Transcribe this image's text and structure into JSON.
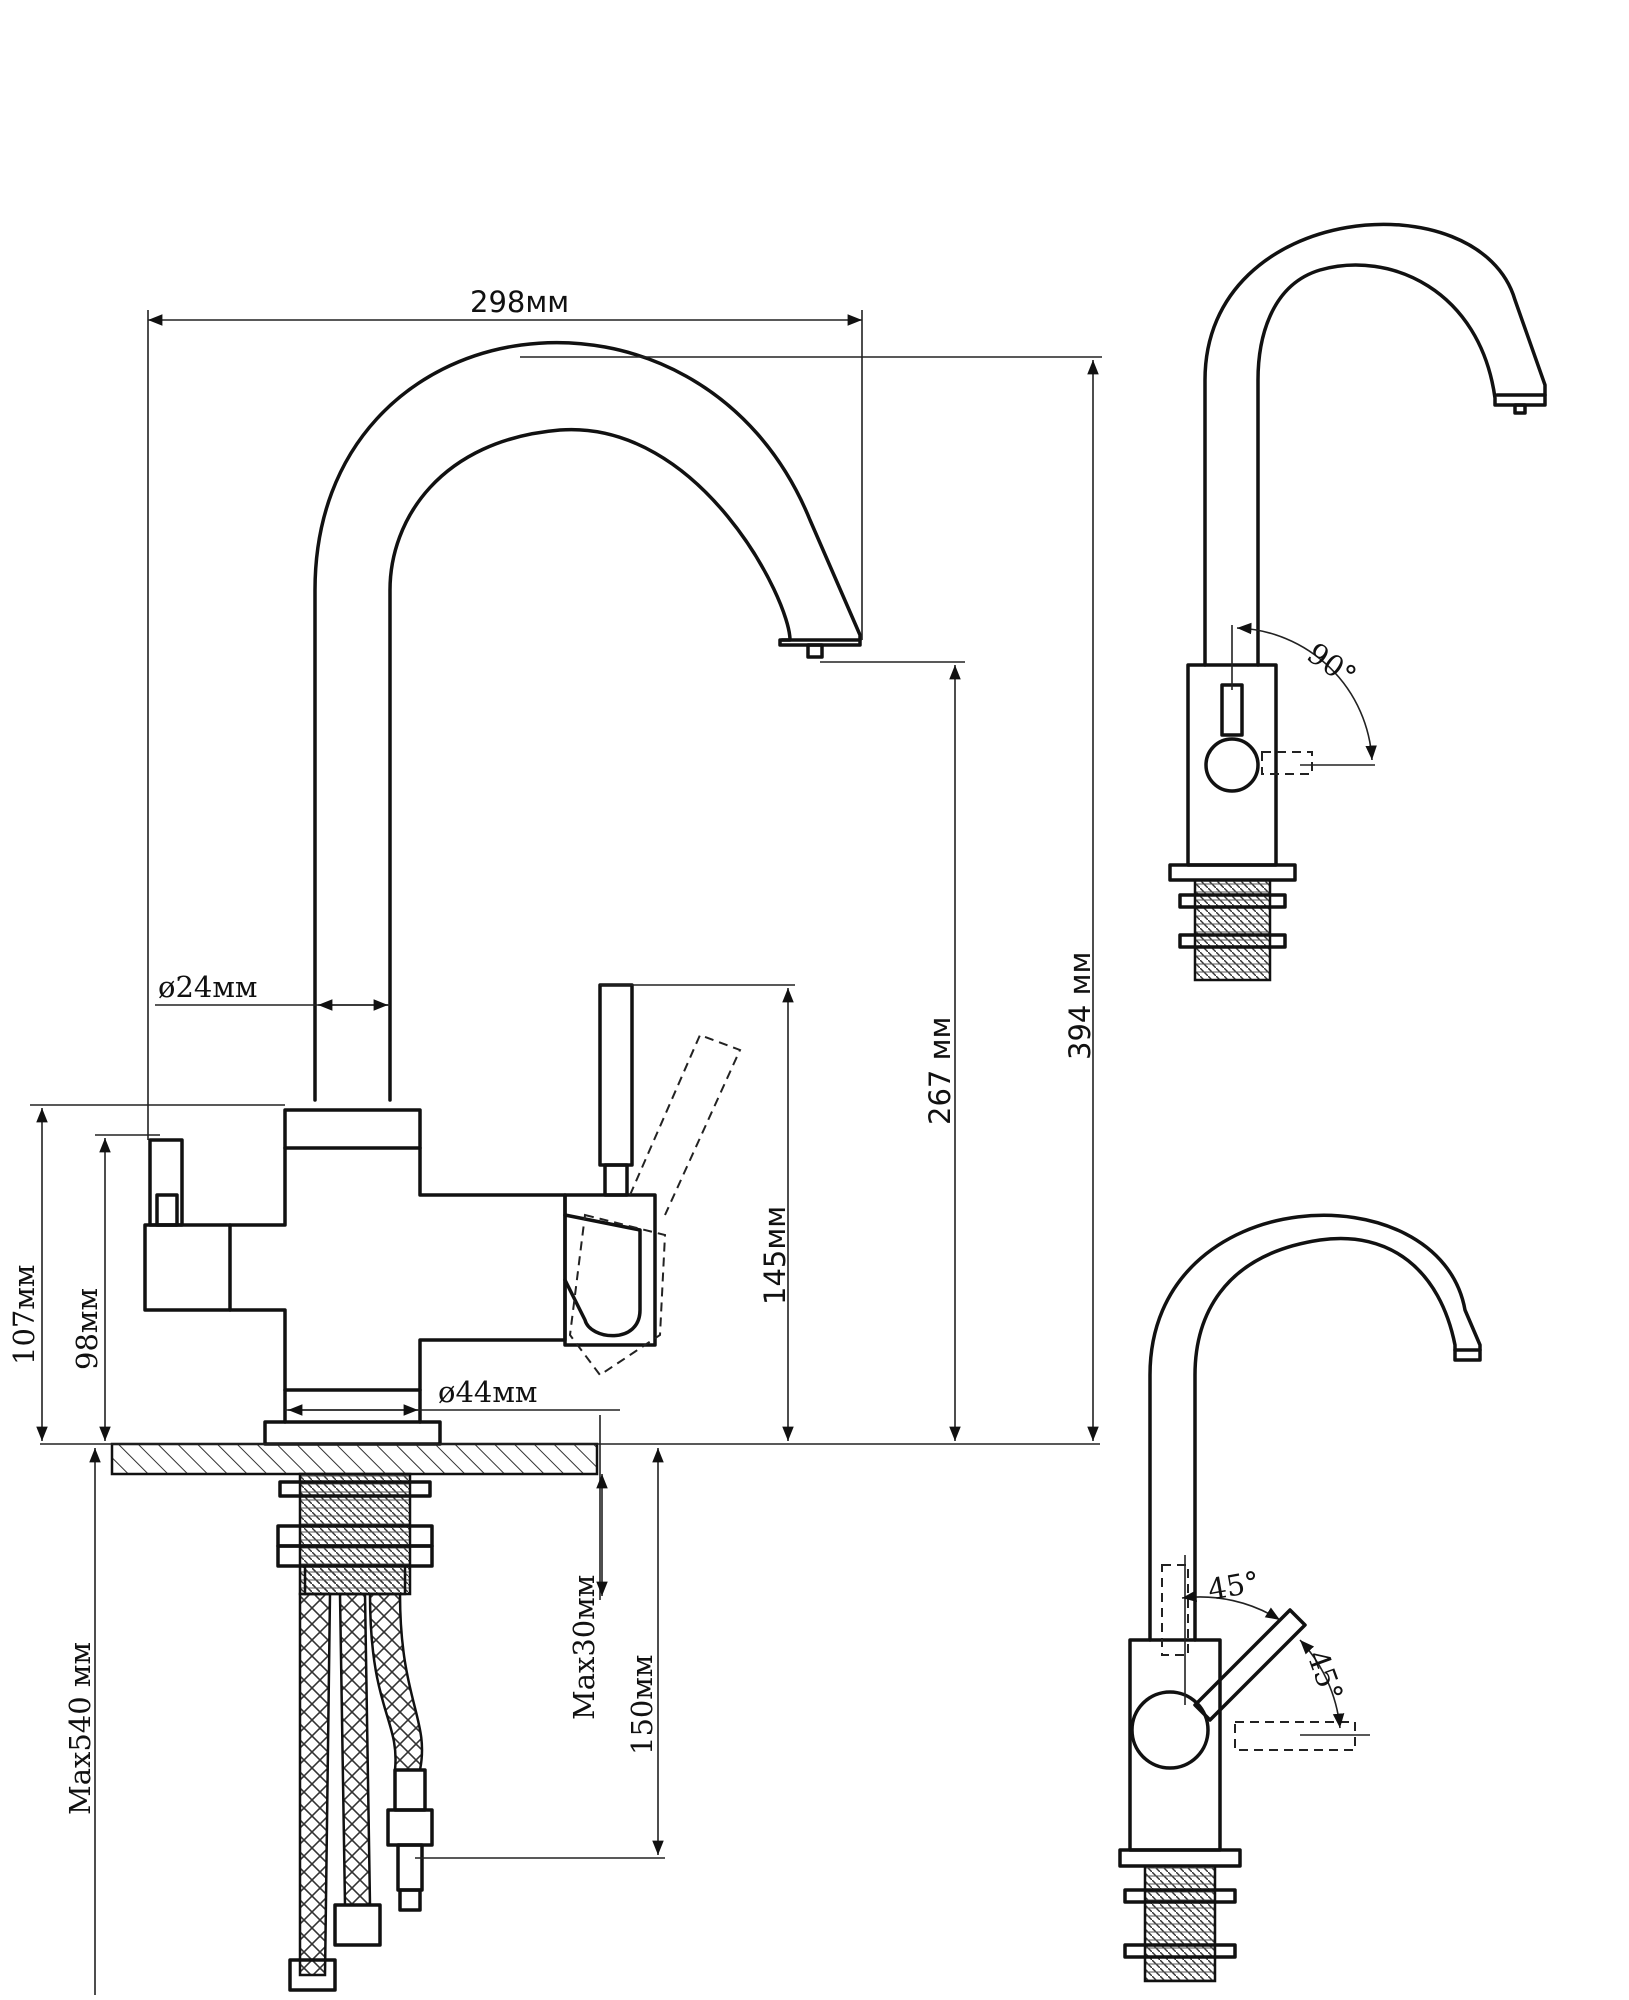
{
  "dimensions": {
    "width_298": "298мм",
    "height_394": "394 мм",
    "height_267": "267 мм",
    "height_145": "145мм",
    "diameter_24": "ø24мм",
    "diameter_44": "ø44мм",
    "height_107": "107мм",
    "height_98": "98мм",
    "max_30": "Max30мм",
    "depth_150": "150мм",
    "max_540": "Max540 мм"
  },
  "angles": {
    "rotation_90": "90°",
    "lever_45_a": "45°",
    "lever_45_b": "45°"
  }
}
